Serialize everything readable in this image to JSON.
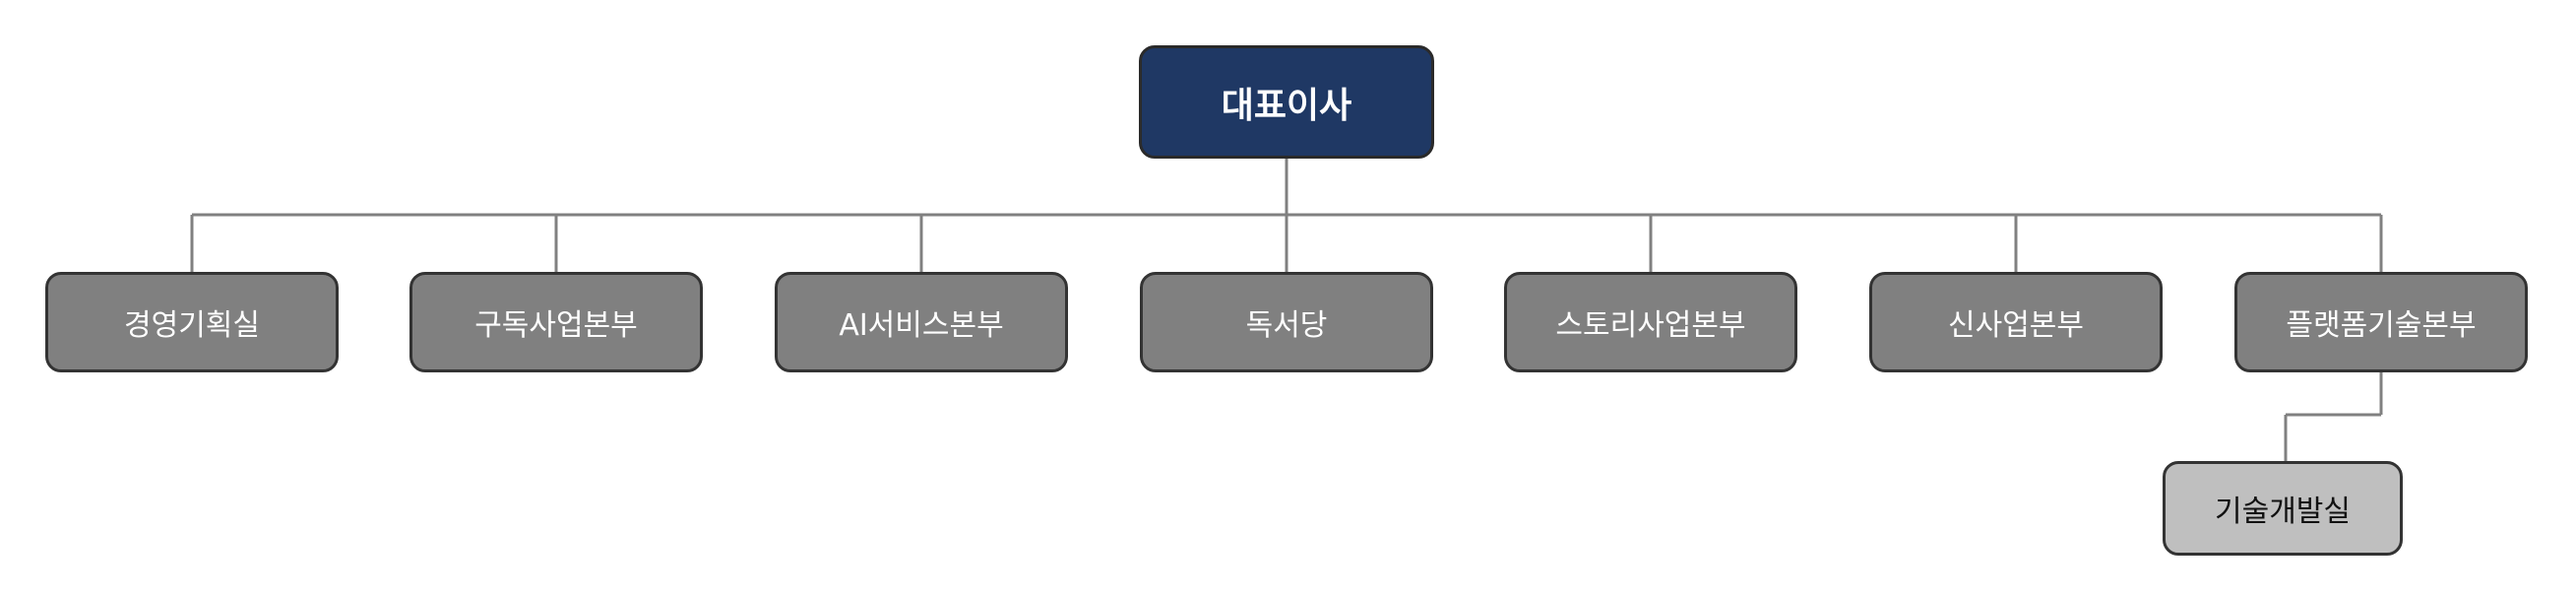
{
  "org": {
    "root": "대표이사",
    "departments": [
      "경영기획실",
      "구독사업본부",
      "AI서비스본부",
      "독서당",
      "스토리사업본부",
      "신사업본부",
      "플랫폼기술본부"
    ],
    "sub_unit": {
      "parent": "플랫폼기술본부",
      "label": "기술개발실"
    }
  },
  "colors": {
    "root_fill": "#1f3864",
    "dept_fill": "#808080",
    "sub_fill": "#bfbfbf",
    "connector": "#808080"
  }
}
